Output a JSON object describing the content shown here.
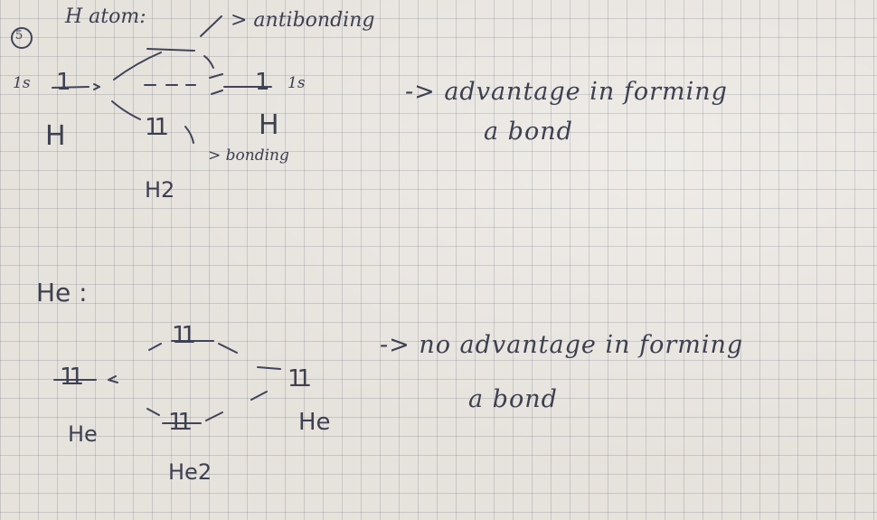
{
  "h_section": {
    "number": "5",
    "title": "H atom:",
    "antibonding": "> antibonding",
    "left_orbital_label": "1s",
    "left_level": "1",
    "right_level": "1",
    "right_orbital_label": "1s",
    "bonding_level": "11",
    "bonding": "> bonding",
    "left_atom": "H",
    "right_atom": "H",
    "molecule": "H2",
    "conclusion_line1": "-> advantage in forming",
    "conclusion_line2": "a bond"
  },
  "he_section": {
    "title": "He :",
    "antibonding_level": "11",
    "left_level": "11",
    "right_level": "11",
    "bonding_level": "11",
    "left_atom": "He",
    "right_atom": "He",
    "molecule": "He2",
    "conclusion_line1": "-> no advantage in forming",
    "conclusion_line2": "a bond"
  }
}
